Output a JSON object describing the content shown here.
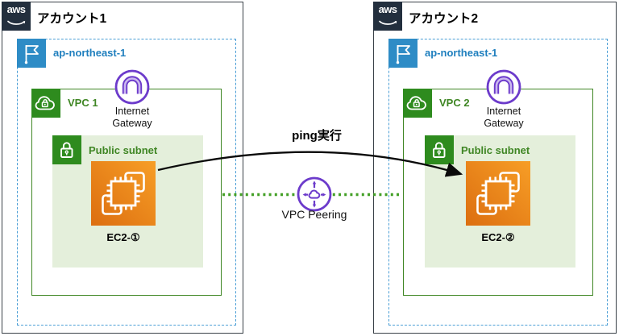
{
  "logo_text": "aws",
  "accounts": [
    {
      "title": "アカウント1",
      "region_label": "ap-northeast-1",
      "vpc_label": "VPC 1",
      "subnet_label": "Public subnet",
      "ec2_label": "EC2-①",
      "igw_label": "Internet Gateway"
    },
    {
      "title": "アカウント2",
      "region_label": "ap-northeast-1",
      "vpc_label": "VPC 2",
      "subnet_label": "Public subnet",
      "ec2_label": "EC2-②",
      "igw_label": "Internet Gateway"
    }
  ],
  "connections": {
    "ping_label": "ping実行",
    "peering_label": "VPC Peering"
  },
  "colors": {
    "aws_dark": "#232F3E",
    "account_border": "#3A4148",
    "region_blue": "#2E8CC6",
    "region_text": "#1F7FBE",
    "green": "#2E8B1E",
    "green_border": "#3F8624",
    "subnet_fill": "#E4EFDB",
    "purple": "#6C3BCB",
    "ec2_dark": "#DC6E10",
    "ec2_light": "#F79E26",
    "peer_green": "#44A027",
    "arrow": "#0A0A0A"
  }
}
